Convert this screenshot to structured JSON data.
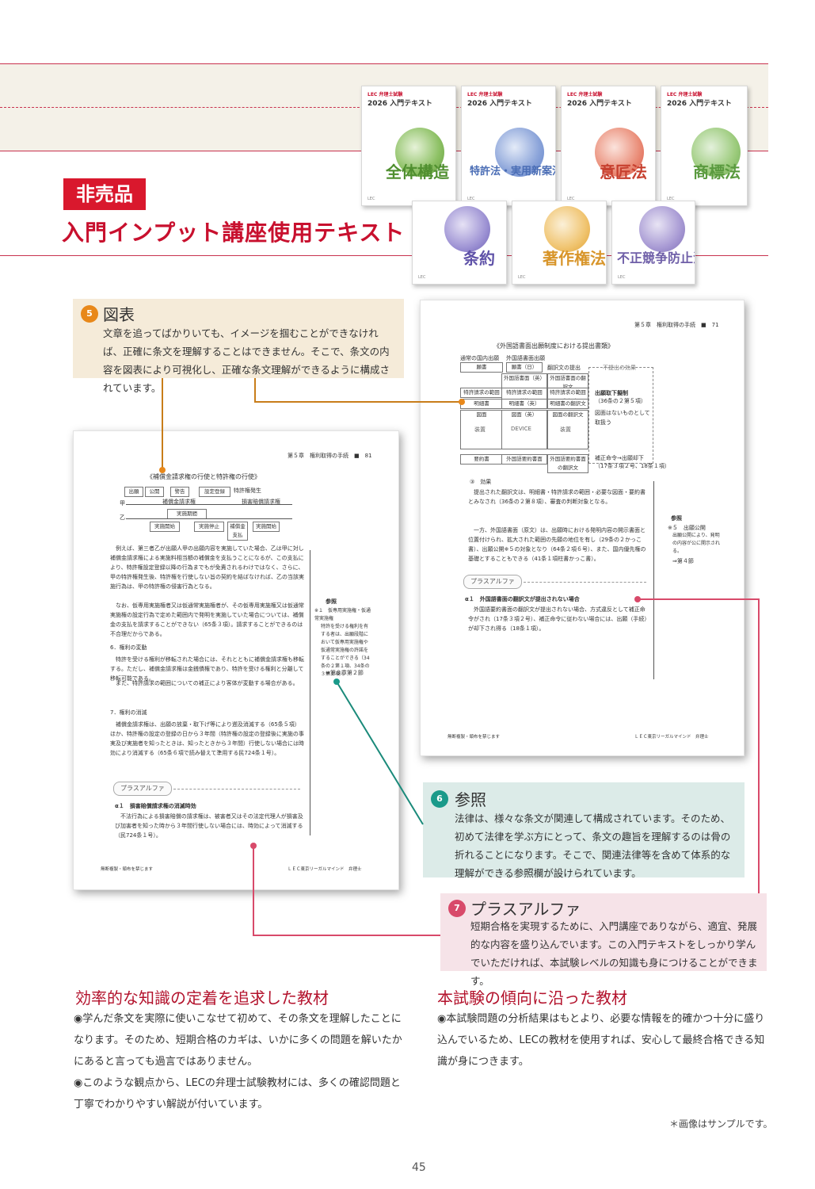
{
  "header": {
    "badge": "非売品",
    "title": "入門インプット講座使用テキスト"
  },
  "books": [
    {
      "brand": "LEC 弁理士試験",
      "title": "2026 入門テキスト",
      "subject": "全体構造",
      "color": "#7cb342"
    },
    {
      "brand": "LEC 弁理士試験",
      "title": "2026 入門テキスト",
      "subject": "特許法・実用新案法",
      "color": "#5b7fc7"
    },
    {
      "brand": "LEC 弁理士試験",
      "title": "2026 入門テキスト",
      "subject": "意匠法",
      "color": "#d9503f"
    },
    {
      "brand": "LEC 弁理士試験",
      "title": "2026 入門テキスト",
      "subject": "商標法",
      "color": "#6aa84f"
    },
    {
      "subject": "条約",
      "color": "#6b5fb5"
    },
    {
      "subject": "著作権法",
      "color": "#e0a030"
    },
    {
      "subject": "不正競争防止法",
      "color": "#7d6db5"
    }
  ],
  "callouts": {
    "zuhyo": {
      "num": "5",
      "title": "図表",
      "body": "文章を追ってばかりいても、イメージを掴むことができなければ、正確に条文を理解することはできません。そこで、条文の内容を図表により可視化し、正確な条文理解ができるように構成されています。",
      "bg": "#f5ebd9",
      "accent": "#e8881a"
    },
    "sansho": {
      "num": "6",
      "title": "参照",
      "body": "法律は、様々な条文が関連して構成されています。そのため、初めて法律を学ぶ方にとって、条文の趣旨を理解するのは骨の折れることになります。そこで、関連法律等を含めて体系的な理解ができる参照欄が設けられています。",
      "bg": "#dcebe8",
      "accent": "#1a9a8a"
    },
    "plus": {
      "num": "7",
      "title": "プラスアルファ",
      "body": "短期合格を実現するために、入門講座でありながら、適宜、発展的な内容を盛り込んでいます。この入門テキストをしっかり学んでいただければ、本試験レベルの知識も身につけることができます。",
      "bg": "#f6e3e8",
      "accent": "#d84a6a"
    }
  },
  "page_left": {
    "header": "第５章　権利取得の手続　■　81",
    "fig_title": "《補償金請求権の行使と特許権の行使》",
    "fig_labels": [
      "出願",
      "公開",
      "警告",
      "設定登録",
      "特許権発生",
      "補償金請求権",
      "損害賠償請求権",
      "実施期間",
      "甲",
      "乙",
      "実施開始",
      "実施停止",
      "補償金支払",
      "実施開始"
    ],
    "para1": "例えば、第三者乙が出願人甲の出願内容を実施していた場合、乙は甲に対し補償金請求権による実施料相当額の補償金を支払うことになるが、この支払により、特許権設定登録以降の行為までもが免責されるわけではなく、さらに、甲の特許権発生後、特許権を行使しない旨の契約を結ばなければ、乙の当該実施行為は、甲の特許権の侵害行為となる。",
    "para2": "なお、仮専用実施権者又は仮通常実施権者が、その仮専用実施権又は仮通常実施権の設定行為で定めた範囲内で発明を実施していた場合については、補償金の支払を請求することができない（65条３項）。請求することができるのは不合理だからである。",
    "h6": "6．権利の変動",
    "para3": "特許を受ける権利が移転された場合には、それとともに補償金請求権も移転する。ただし、補償金請求権は金銭債権であり、特許を受ける権利と分離して移転可能である。",
    "para4": "また、特許請求の範囲についての補正により客体が変動する場合がある。",
    "h7": "7．権利の消滅",
    "para5": "補償金請求権は、出願の放棄・取下げ等により遡及消滅する（65条５項）ほか、特許権の設定の登録の日から３年間（特許権の設定の登録後に実施の事実及び実施者を知ったときは、知ったときから３年間）行使しない場合には時効により消滅する（65条６項で読み替えて準用する民724条１号）。",
    "side_title": "参照",
    "side_sub": "※１　仮専用実施権・仮通常実施権",
    "side_body": "特許を受ける権利を有する者は、出願段階において仮専用実施権や仮通常実施権の許諾をすることができる（34条の２第１項、34条の３第１項）。",
    "side_ref": "⇒第８章第２節",
    "plus": "プラスアルファ",
    "alpha_title": "α１　損害賠償請求権の消滅時効",
    "alpha_body": "不法行為による損害賠償の請求権は、被害者又はその法定代理人が損害及び加害者を知った時から３年間行使しない場合には、時効によって消滅する（民724条１号）。",
    "footer_left": "無断複製・頒布を禁じます",
    "footer_right": "ＬＥＣ東京リーガルマインド　弁理士"
  },
  "page_right": {
    "header": "第５章　権利取得の手続　■　71",
    "fig_title": "《外国語書面出願制度における提出書類》",
    "col_heads": [
      "通常の国内出願",
      "外国語書面出願",
      "翻訳文の提出",
      "不提出の効果"
    ],
    "boxes": [
      "願書",
      "願書（日）",
      "外国語書面（英）",
      "外国語書面の翻訳文",
      "特許請求の範囲",
      "特許請求の範囲（英）",
      "特許請求の範囲の翻訳文",
      "明細書",
      "明細書（英）",
      "明細書の翻訳文",
      "図面",
      "図面（英）",
      "図面の翻訳文",
      "要約書",
      "外国語要約書面",
      "外国語要約書面の翻訳文",
      "装置",
      "DEVICE",
      "装置"
    ],
    "effect1": "出願取下擬制",
    "effect1_sub": "（36条の２第５項）",
    "effect2": "図面はないものとして取扱う",
    "effect3": "補正命令→出願却下",
    "effect3_sub": "（17条３項２号、18条１項）",
    "h3": "③　効果",
    "para1": "提出された翻訳文は、明細書・特許請求の範囲・必要な図面・要約書とみなされ（36条の２第８項）、審査の判断対象となる。",
    "para2": "一方、外国語書面（原文）は、出願時における発明内容の開示書面と位置付けられ、拡大された範囲の先願の地位を有し（29条の２かっこ書）、出願公開※５の対象となり（64条２項６号）、また、国内優先権の基礎とすることもできる（41条１項柱書かっこ書）。",
    "side_title": "参照",
    "side_sub": "※５　出願公開",
    "side_body": "出願公開により、発明の内容が公に開示される。",
    "side_ref": "⇒第４節",
    "plus": "プラスアルファ",
    "alpha_title": "α１　外国語書面の翻訳文が提出されない場合",
    "alpha_body": "外国語要約書面の翻訳文が提出されない場合、方式違反として補正命令がされ（17条３項２号）、補正命令に従わない場合には、出願（手続）が却下され得る（18条１項）。",
    "footer_left": "無断複製・頒布を禁じます",
    "footer_right": "ＬＥＣ東京リーガルマインド　弁理士"
  },
  "sections": {
    "left": {
      "title": "効率的な知識の定着を追求した教材",
      "p1": "◉学んだ条文を実際に使いこなせて初めて、その条文を理解したことになります。そのため、短期合格のカギは、いかに多くの問題を解いたかにあると言っても過言ではありません。",
      "p2": "◉このような観点から、LECの弁理士試験教材には、多くの確認問題と丁寧でわかりやすい解説が付いています。"
    },
    "right": {
      "title": "本試験の傾向に沿った教材",
      "p1": "◉本試験問題の分析結果はもとより、必要な情報を的確かつ十分に盛り込んでいるため、LECの教材を使用すれば、安心して最終合格できる知識が身につきます。"
    }
  },
  "note": "＊画像はサンプルです。",
  "page_number": "45"
}
